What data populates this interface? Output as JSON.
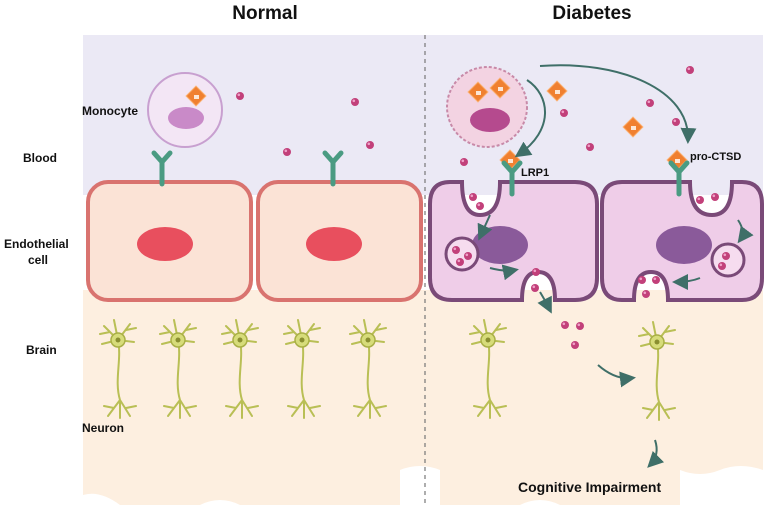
{
  "titles": {
    "normal": "Normal",
    "diabetes": "Diabetes"
  },
  "labels": {
    "blood": "Blood",
    "endothelial_line1": "Endothelial",
    "endothelial_line2": "cell",
    "brain": "Brain",
    "neuron": "Neuron",
    "monocyte": "Monocyte",
    "lrp1": "LRP1",
    "pro_ctsd": "pro-CTSD",
    "outcome": "Cognitive Impairment"
  },
  "colors": {
    "blood_bg": "#ebe9f5",
    "brain_bg": "#fdefe0",
    "normal_cell": "#fbe3d6",
    "normal_cell_border": "#d9736f",
    "normal_nucleus": "#e84f5e",
    "diabetes_cell": "#efcde8",
    "diabetes_cell_border": "#7a4a78",
    "diabetes_nucleus": "#8a5a9a",
    "receptor": "#4a9b82",
    "particle": "#c2407a",
    "pro_ctsd": "#f08030",
    "neuron": "#c9cf66",
    "arrow": "#3f6f68"
  }
}
